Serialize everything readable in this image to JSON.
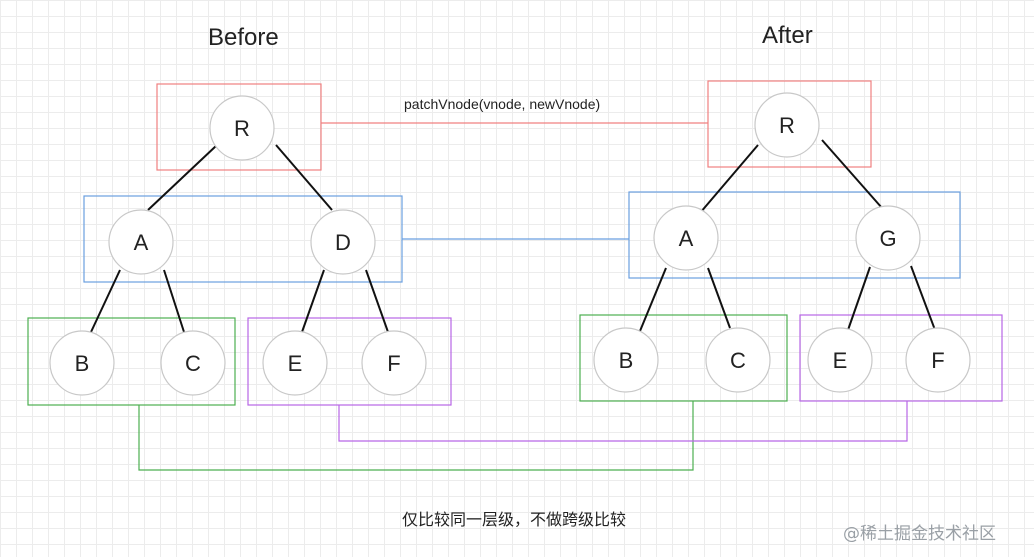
{
  "titles": {
    "before": "Before",
    "after": "After"
  },
  "edge_label": "patchVnode(vnode, newVnode)",
  "caption": "仅比较同一层级，不做跨级比较",
  "watermark": "@稀土掘金技术社区",
  "colors": {
    "root_box": "#f08080",
    "level1_box": "#6a9fe0",
    "level2_left_box": "#4caf50",
    "level2_right_box": "#b866e6",
    "edges": "#111111",
    "node_stroke": "#c8c8c8"
  },
  "before_tree": {
    "root": "R",
    "level1": [
      "A",
      "D"
    ],
    "level2": [
      "B",
      "C",
      "E",
      "F"
    ]
  },
  "after_tree": {
    "root": "R",
    "level1": [
      "A",
      "G"
    ],
    "level2": [
      "B",
      "C",
      "E",
      "F"
    ]
  }
}
